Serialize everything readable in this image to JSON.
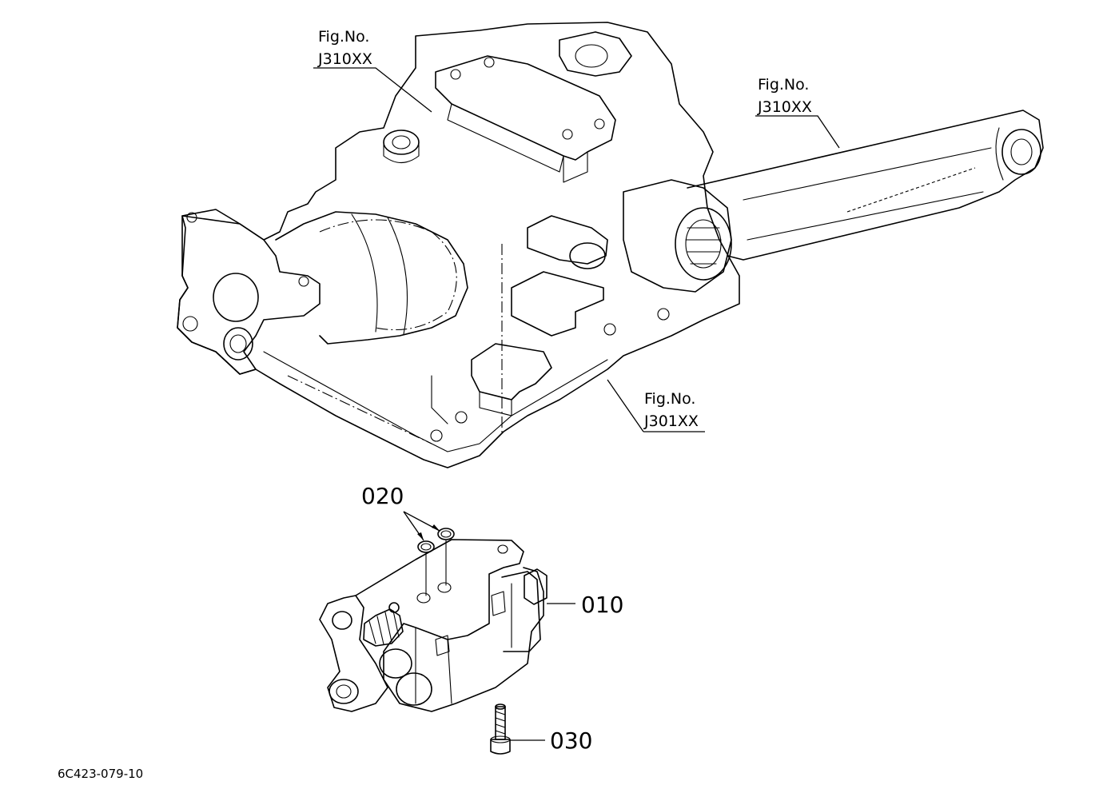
{
  "callouts": {
    "fig_top": {
      "line1": "Fig.No.",
      "line2": "J310XX"
    },
    "fig_arm": {
      "line1": "Fig.No.",
      "line2": "J310XX"
    },
    "fig_case": {
      "line1": "Fig.No.",
      "line2": "J301XX"
    }
  },
  "parts": {
    "p010": "010",
    "p020": "020",
    "p030": "030"
  },
  "drawing_code": "6C423-079-10"
}
